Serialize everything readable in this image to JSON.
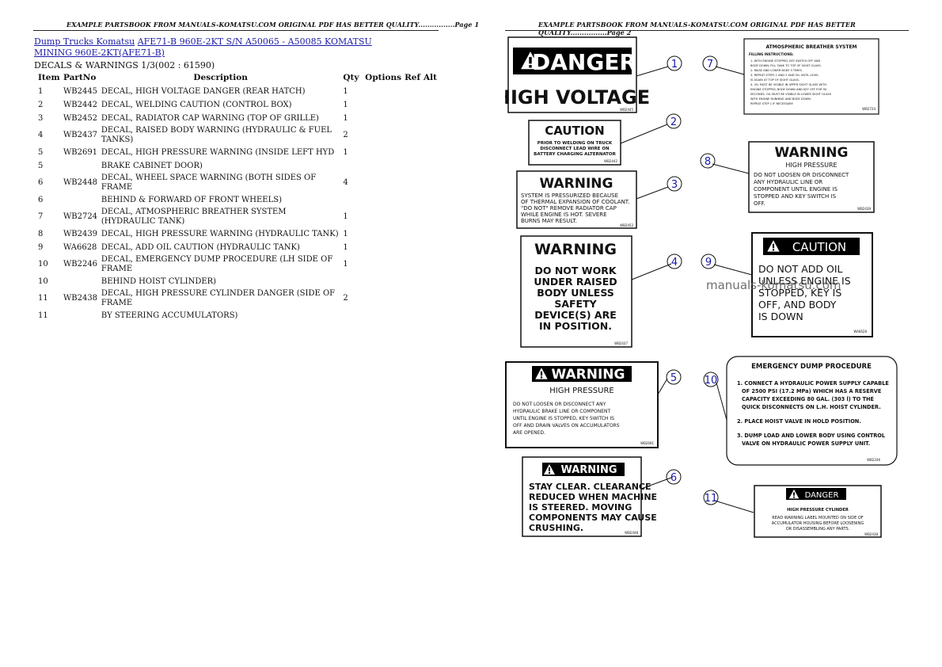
{
  "page1": {
    "header": "EXAMPLE PARTSBOOK FROM MANUALS-KOMATSU.COM ORIGINAL PDF HAS BETTER QUALITY................Page 1",
    "breadcrumb": {
      "link1": "Dump Trucks Komatsu",
      "link2": "AFE71-B 960E-2KT S/N A50065 - A50085 KOMATSU MINING 960E-2KT(AFE71-B)"
    },
    "section_title": "DECALS & WARNINGS 1/3(002 : 61590)",
    "table": {
      "headers": {
        "item": "Item",
        "part": "PartNo",
        "desc": "Description",
        "qty": "Qty",
        "options": "Options",
        "ref": "Ref",
        "alt": "Alt"
      },
      "rows": [
        {
          "item": "1",
          "part": "WB2445",
          "desc": "DECAL, HIGH VOLTAGE DANGER (REAR HATCH)",
          "qty": "1"
        },
        {
          "item": "2",
          "part": "WB2442",
          "desc": "DECAL, WELDING CAUTION (CONTROL BOX)",
          "qty": "1"
        },
        {
          "item": "3",
          "part": "WB2452",
          "desc": "DECAL, RADIATOR CAP WARNING (TOP OF GRILLE)",
          "qty": "1"
        },
        {
          "item": "4",
          "part": "WB2437",
          "desc": "DECAL, RAISED BODY WARNING (HYDRAULIC & FUEL TANKS)",
          "qty": "2"
        },
        {
          "item": "5",
          "part": "WB2691",
          "desc": "DECAL, HIGH PRESSURE WARNING (INSIDE LEFT HYD",
          "qty": "1"
        },
        {
          "item": "5",
          "part": "",
          "desc": "BRAKE CABINET DOOR)",
          "qty": ""
        },
        {
          "item": "6",
          "part": "WB2448",
          "desc": "DECAL, WHEEL SPACE WARNING (BOTH SIDES OF FRAME",
          "qty": "4"
        },
        {
          "item": "6",
          "part": "",
          "desc": "BEHIND & FORWARD OF FRONT WHEELS)",
          "qty": ""
        },
        {
          "item": "7",
          "part": "WB2724",
          "desc": "DECAL, ATMOSPHERIC BREATHER SYSTEM (HYDRAULIC TANK)",
          "qty": "1"
        },
        {
          "item": "8",
          "part": "WB2439",
          "desc": "DECAL, HIGH PRESSURE WARNING (HYDRAULIC TANK)",
          "qty": "1"
        },
        {
          "item": "9",
          "part": "WA6628",
          "desc": "DECAL, ADD OIL CAUTION (HYDRAULIC TANK)",
          "qty": "1"
        },
        {
          "item": "10",
          "part": "WB2246",
          "desc": "DECAL, EMERGENCY DUMP PROCEDURE (LH SIDE OF FRAME",
          "qty": "1"
        },
        {
          "item": "10",
          "part": "",
          "desc": "BEHIND HOIST CYLINDER)",
          "qty": ""
        },
        {
          "item": "11",
          "part": "WB2438",
          "desc": "DECAL, HIGH PRESSURE CYLINDER DANGER (SIDE OF FRAME",
          "qty": "2"
        },
        {
          "item": "11",
          "part": "",
          "desc": "BY STEERING ACCUMULATORS)",
          "qty": ""
        }
      ]
    }
  },
  "page2": {
    "header": "EXAMPLE PARTSBOOK FROM MANUALS-KOMATSU.COM ORIGINAL PDF HAS BETTER QUALITY................Page 2",
    "watermark": "manuals-komatsu.com",
    "callouts": [
      "1",
      "2",
      "3",
      "4",
      "5",
      "6",
      "7",
      "8",
      "9",
      "10",
      "11"
    ],
    "decals": {
      "d1": {
        "title": "DANGER",
        "line1": "HIGH VOLTAGE",
        "code": "WB2445"
      },
      "d2": {
        "title": "CAUTION",
        "l1": "PRIOR TO WELDING ON TRUCK",
        "l2": "DISCONNECT LEAD WIRE ON",
        "l3": "BATTERY CHARGING ALTERNATOR",
        "code": "WB2442"
      },
      "d3": {
        "title": "WARNING",
        "l1": "SYSTEM IS PRESSURIZED BECAUSE",
        "l2": "OF THERMAL EXPANSION OF COOLANT.",
        "l3": "\"DO NOT\" REMOVE RADIATOR CAP",
        "l4": "WHILE ENGINE IS HOT. SEVERE",
        "l5": "BURNS MAY RESULT.",
        "code": "WB2452"
      },
      "d4": {
        "title": "WARNING",
        "l1": "DO NOT WORK",
        "l2": "UNDER RAISED",
        "l3": "BODY UNLESS",
        "l4": "SAFETY",
        "l5": "DEVICE(S) ARE",
        "l6": "IN POSITION.",
        "code": "WB2437"
      },
      "d5": {
        "title": "WARNING",
        "sub": "HIGH PRESSURE",
        "l1": "DO NOT LOOSEN OR DISCONNECT ANY",
        "l2": "HYDRAULIC BRAKE LINE OR COMPONENT",
        "l3": "UNTIL ENGINE IS STOPPED, KEY SWITCH IS",
        "l4": "OFF AND DRAIN VALVES ON ACCUMULATORS",
        "l5": "ARE OPENED.",
        "code": "WB2691"
      },
      "d6": {
        "title": "WARNING",
        "l1": "STAY CLEAR. CLEARANCE",
        "l2": "REDUCED WHEN MACHINE",
        "l3": "IS STEERED.     MOVING",
        "l4": "COMPONENTS MAY CAUSE",
        "l5": "CRUSHING.",
        "code": "WB2448"
      },
      "d7": {
        "title": "ATMOSPHERIC BREATHER SYSTEM",
        "l0": "FILLING INSTRUCTIONS:",
        "l1": "1. WITH ENGINE STOPPED, KEY SWITCH OFF AND",
        "l2": "BODY DOWN, FILL TANK TO TOP OF SIGHT GLASS.",
        "l3": "2. RAISE AND LOWER BODY 3 TIMES.",
        "l4": "3. REPEAT STEPS 1 AND 2 AND OIL UNTIL LEVEL",
        "l5": "IS AGAIN AT TOP OF SIGHT GLASS.",
        "l6": "4. OIL MUST BE VISIBLE IN UPPER SIGHT GLASS WITH",
        "l7": "ENGINE STOPPED, BODY DOWN AND KEY OFF FOR 90",
        "l8": "SECONDS. OIL MUST BE VISIBLE IN LOWER SIGHT GLASS",
        "l9": "WITH ENGINE RUNNING AND BODY DOWN.",
        "l10": "REPEAT STEP 1 IF NECESSARY.",
        "code": "WB2724"
      },
      "d8": {
        "title": "WARNING",
        "sub": "HIGH PRESSURE",
        "l1": "DO NOT LOOSEN OR DISCONNECT",
        "l2": "ANY HYDRAULIC LINE OR",
        "l3": "COMPONENT UNTIL ENGINE IS",
        "l4": "STOPPED AND KEY SWITCH IS",
        "l5": "OFF.",
        "code": "WB2439"
      },
      "d9": {
        "title": "CAUTION",
        "l1": "DO NOT ADD OIL",
        "l2": "UNLESS ENGINE IS",
        "l3": "STOPPED, KEY IS",
        "l4": "OFF, AND BODY",
        "l5": "IS DOWN",
        "code": "WA6628"
      },
      "d10": {
        "title": "EMERGENCY DUMP PROCEDURE",
        "l1": "1. CONNECT A HYDRAULIC POWER SUPPLY CAPABLE",
        "l2": "OF 2500 PSI (17.2 MPa) WHICH HAS A RESERVE",
        "l3": "CAPACITY EXCEEDING 80 GAL. (303 l) TO THE",
        "l4": "QUICK DISCONNECTS ON L.H. HOIST CYLINDER.",
        "l5": "2. PLACE HOIST VALVE IN HOLD POSITION.",
        "l6": "3. DUMP LOAD AND LOWER BODY USING CONTROL",
        "l7": "VALVE ON HYDRAULIC POWER SUPPLY UNIT.",
        "code": "WB2246"
      },
      "d11": {
        "title": "DANGER",
        "sub": "HIGH PRESSURE CYLINDER",
        "l1": "READ WARNING LABEL MOUNTED ON SIDE OF",
        "l2": "ACCUMULATOR HOUSING BEFORE LOOSENING",
        "l3": "OR DISASSEMBLING ANY PARTS.",
        "code": "WB2438"
      }
    }
  }
}
